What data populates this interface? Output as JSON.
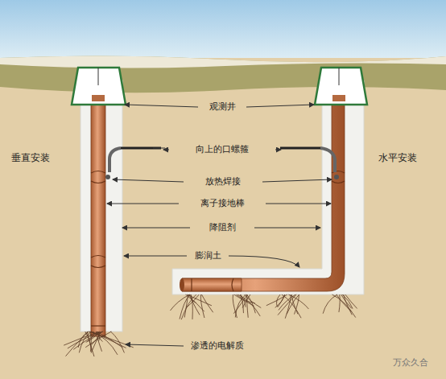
{
  "diagram": {
    "labels": [
      "观测井",
      "向上的口螺箍",
      "放热焊接",
      "离子接地棒",
      "降阻剂",
      "膨润土",
      "渗透的电解质",
      "垂直安装",
      "水平安装",
      "万众久合"
    ]
  }
}
